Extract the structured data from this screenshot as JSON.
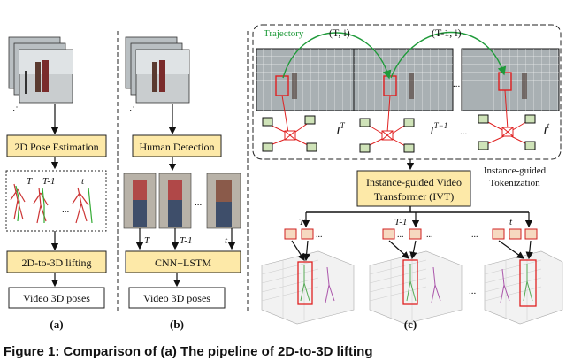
{
  "panel_a": {
    "step1": "2D Pose Estimation",
    "step2": "2D-to-3D lifting",
    "output": "Video 3D poses",
    "frame_labels": [
      "T",
      "T-1",
      "...",
      "t"
    ],
    "caption": "(a)"
  },
  "panel_b": {
    "step1": "Human Detection",
    "step2": "CNN+LSTM",
    "output": "Video 3D poses",
    "frame_labels": [
      "T",
      "T-1",
      "...",
      "t"
    ],
    "crop_dots": "...",
    "caption": "(b)"
  },
  "panel_c": {
    "trajectory_label": "Trajectory",
    "point_labels": [
      "(T, i)",
      "(T-1, i)"
    ],
    "frame_symbols": [
      "I",
      "I",
      "I"
    ],
    "frame_superscripts": [
      "T",
      "T−1",
      "t"
    ],
    "frame_dots": [
      "...",
      "..."
    ],
    "tokenization_label": [
      "Instance-guided",
      "Tokenization"
    ],
    "transformer_label": [
      "Instance-guided Video",
      "Transformer (IVT)"
    ],
    "output_labels": [
      "T",
      "T-1",
      "t"
    ],
    "token_dots": [
      "...",
      "...",
      "...",
      "..."
    ],
    "pose_dots": "...",
    "caption": "(c)"
  },
  "footer_caption": "Figure 1: Comparison of (a) The pipeline of 2D-to-3D lifting"
}
